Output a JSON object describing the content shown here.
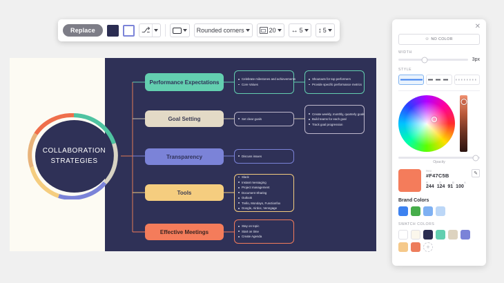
{
  "toolbar": {
    "replace_label": "Replace",
    "fill_color": "#2b2d52",
    "outline_color": "#7b83d8",
    "paint_icon": "paint-bucket-icon",
    "shape_label": "",
    "corner_label": "Rounded corners",
    "corner_radius": "20",
    "width_value": "5",
    "height_value": "5"
  },
  "canvas": {
    "center_line1": "COLLABORATION",
    "center_line2": "STRATEGIES",
    "branches": [
      {
        "title": "Performance Expectations",
        "color": "#63cfb0",
        "text_color": "#2f3157",
        "level2": [
          "Celebrate milestones and achievements",
          "Core Values"
        ],
        "level3": [
          "Shoutouts for top performers",
          "Provide specific performance metrics"
        ]
      },
      {
        "title": "Goal Setting",
        "color": "#e3dac6",
        "text_color": "#3a3b52",
        "level2": [
          "Set clear goals"
        ],
        "level3": [
          "Create weekly, monthly, quarterly goals",
          "Build teams for each goal",
          "Track goal progression"
        ]
      },
      {
        "title": "Transparency",
        "color": "#7b83d8",
        "text_color": "#2f3157",
        "level2": [
          "Discuss issues"
        ],
        "level3": []
      },
      {
        "title": "Tools",
        "color": "#f5cd7f",
        "text_color": "#3a3b52",
        "level2": [
          "Slack",
          "Instant messaging",
          "Project management",
          "Document Sharing",
          "Outlook",
          "Trello, Mondays, Functionfox",
          "Google, Airdoc, Venngage"
        ],
        "level3": []
      },
      {
        "title": "Effective Meetings",
        "color": "#f47c5b",
        "text_color": "#3a2420",
        "level2": [
          "Stay on topic",
          "Start on time",
          "Create Agenda"
        ],
        "level3": []
      }
    ]
  },
  "panel": {
    "close_icon": "close-icon",
    "no_color_label": "NO COLOR",
    "no_color_icon": "no-color-icon",
    "width_label": "WIDTH",
    "width_value": "3px",
    "style_label": "STYLE",
    "styles": [
      "solid",
      "dashed",
      "dotted"
    ],
    "active_style": "solid",
    "opacity_label": "Opacity",
    "hex_caption": "Hex",
    "hex_value": "#F47C5B",
    "preview_color": "#f47c5b",
    "eyedropper_icon": "eyedropper-icon",
    "rgba_labels": [
      "R",
      "G",
      "B",
      "A"
    ],
    "rgba_values": [
      "244",
      "124",
      "91",
      "100"
    ],
    "brand_title": "Brand Colors",
    "brand_colors": [
      "#3d82f0",
      "#46ad4a",
      "#7eb0f2",
      "#bcd7f7"
    ],
    "swatch_title": "SWATCH COLORS",
    "swatch_colors": [
      "#ffffff",
      "#fbf7ec",
      "#2b2d52",
      "#63cfb0",
      "#ddd3bf",
      "#7b83d8",
      "#f5c98a",
      "#ed7d5c"
    ],
    "add_swatch_icon": "add-swatch-icon"
  }
}
